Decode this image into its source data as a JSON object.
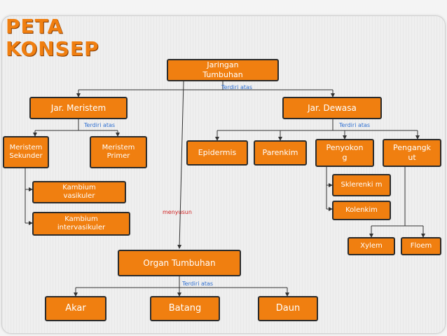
{
  "title": {
    "line1": "PETA",
    "line2": "KONSEP"
  },
  "nodes": {
    "jaringan_tumbuhan": "Jaringan Tumbuhan",
    "jar_meristem": "Jar. Meristem",
    "jar_dewasa": "Jar. Dewasa",
    "meristem_sekunder": "Meristem Sekunder",
    "meristem_primer": "Meristem Primer",
    "kambium_vasikuler": "Kambium vasikuler",
    "kambium_intervasikuler": "Kambium intervasikuler",
    "epidermis": "Epidermis",
    "parenkim": "Parenkim",
    "penyokong": "Penyokon g",
    "pengangkut": "Pengangk ut",
    "sklerenkim": "Sklerenki m",
    "kolenkim": "Kolenkim",
    "xylem": "Xylem",
    "floem": "Floem",
    "organ_tumbuhan": "Organ Tumbuhan",
    "akar": "Akar",
    "batang": "Batang",
    "daun": "Daun"
  },
  "labels": {
    "terdiri_atas_1": "Terdiri atas",
    "terdiri_atas_2": "Terdiri atas",
    "terdiri_atas_3": "Terdiri atas",
    "terdiri_atas_4": "Terdiri atas",
    "menyusun": "menyusun"
  },
  "colors": {
    "box_fill": "#f07f10",
    "box_border": "#2b2b2b",
    "label_blue": "#2f6fd0",
    "label_red": "#d02020"
  }
}
